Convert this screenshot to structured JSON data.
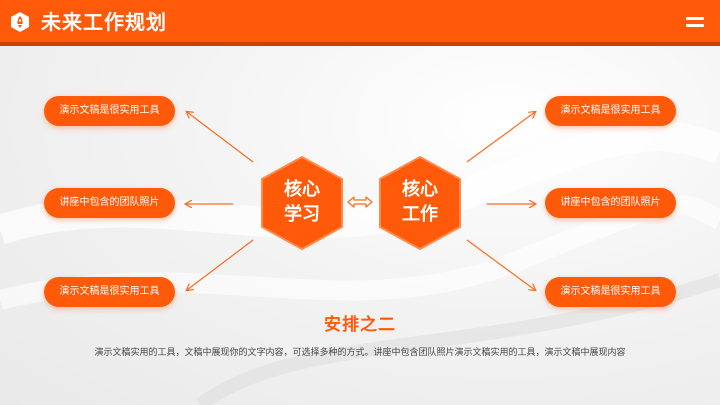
{
  "header": {
    "title": "未来工作规划",
    "logo_icon": "rocket-hexagon-icon",
    "menu_icon": "menu-icon"
  },
  "colors": {
    "accent": "#ff5a0a",
    "accent_dark": "#c64305",
    "text": "#444444"
  },
  "center": {
    "left_hex": {
      "line1": "核心",
      "line2": "学习"
    },
    "right_hex": {
      "line1": "核心",
      "line2": "工作"
    },
    "connector_icon": "double-arrow-icon"
  },
  "left_items": [
    {
      "label": "演示文稿是很实用工具"
    },
    {
      "label": "讲座中包含的团队照片"
    },
    {
      "label": "演示文稿是很实用工具"
    }
  ],
  "right_items": [
    {
      "label": "演示文稿是很实用工具"
    },
    {
      "label": "讲座中包含的团队照片"
    },
    {
      "label": "演示文稿是很实用工具"
    }
  ],
  "section": {
    "subtitle": "安排之二",
    "description": "演示文稿实用的工具，文稿中展现你的文字内容，可选择多种的方式。讲座中包含团队照片演示文稿实用的工具，演示文稿中展现内容"
  }
}
